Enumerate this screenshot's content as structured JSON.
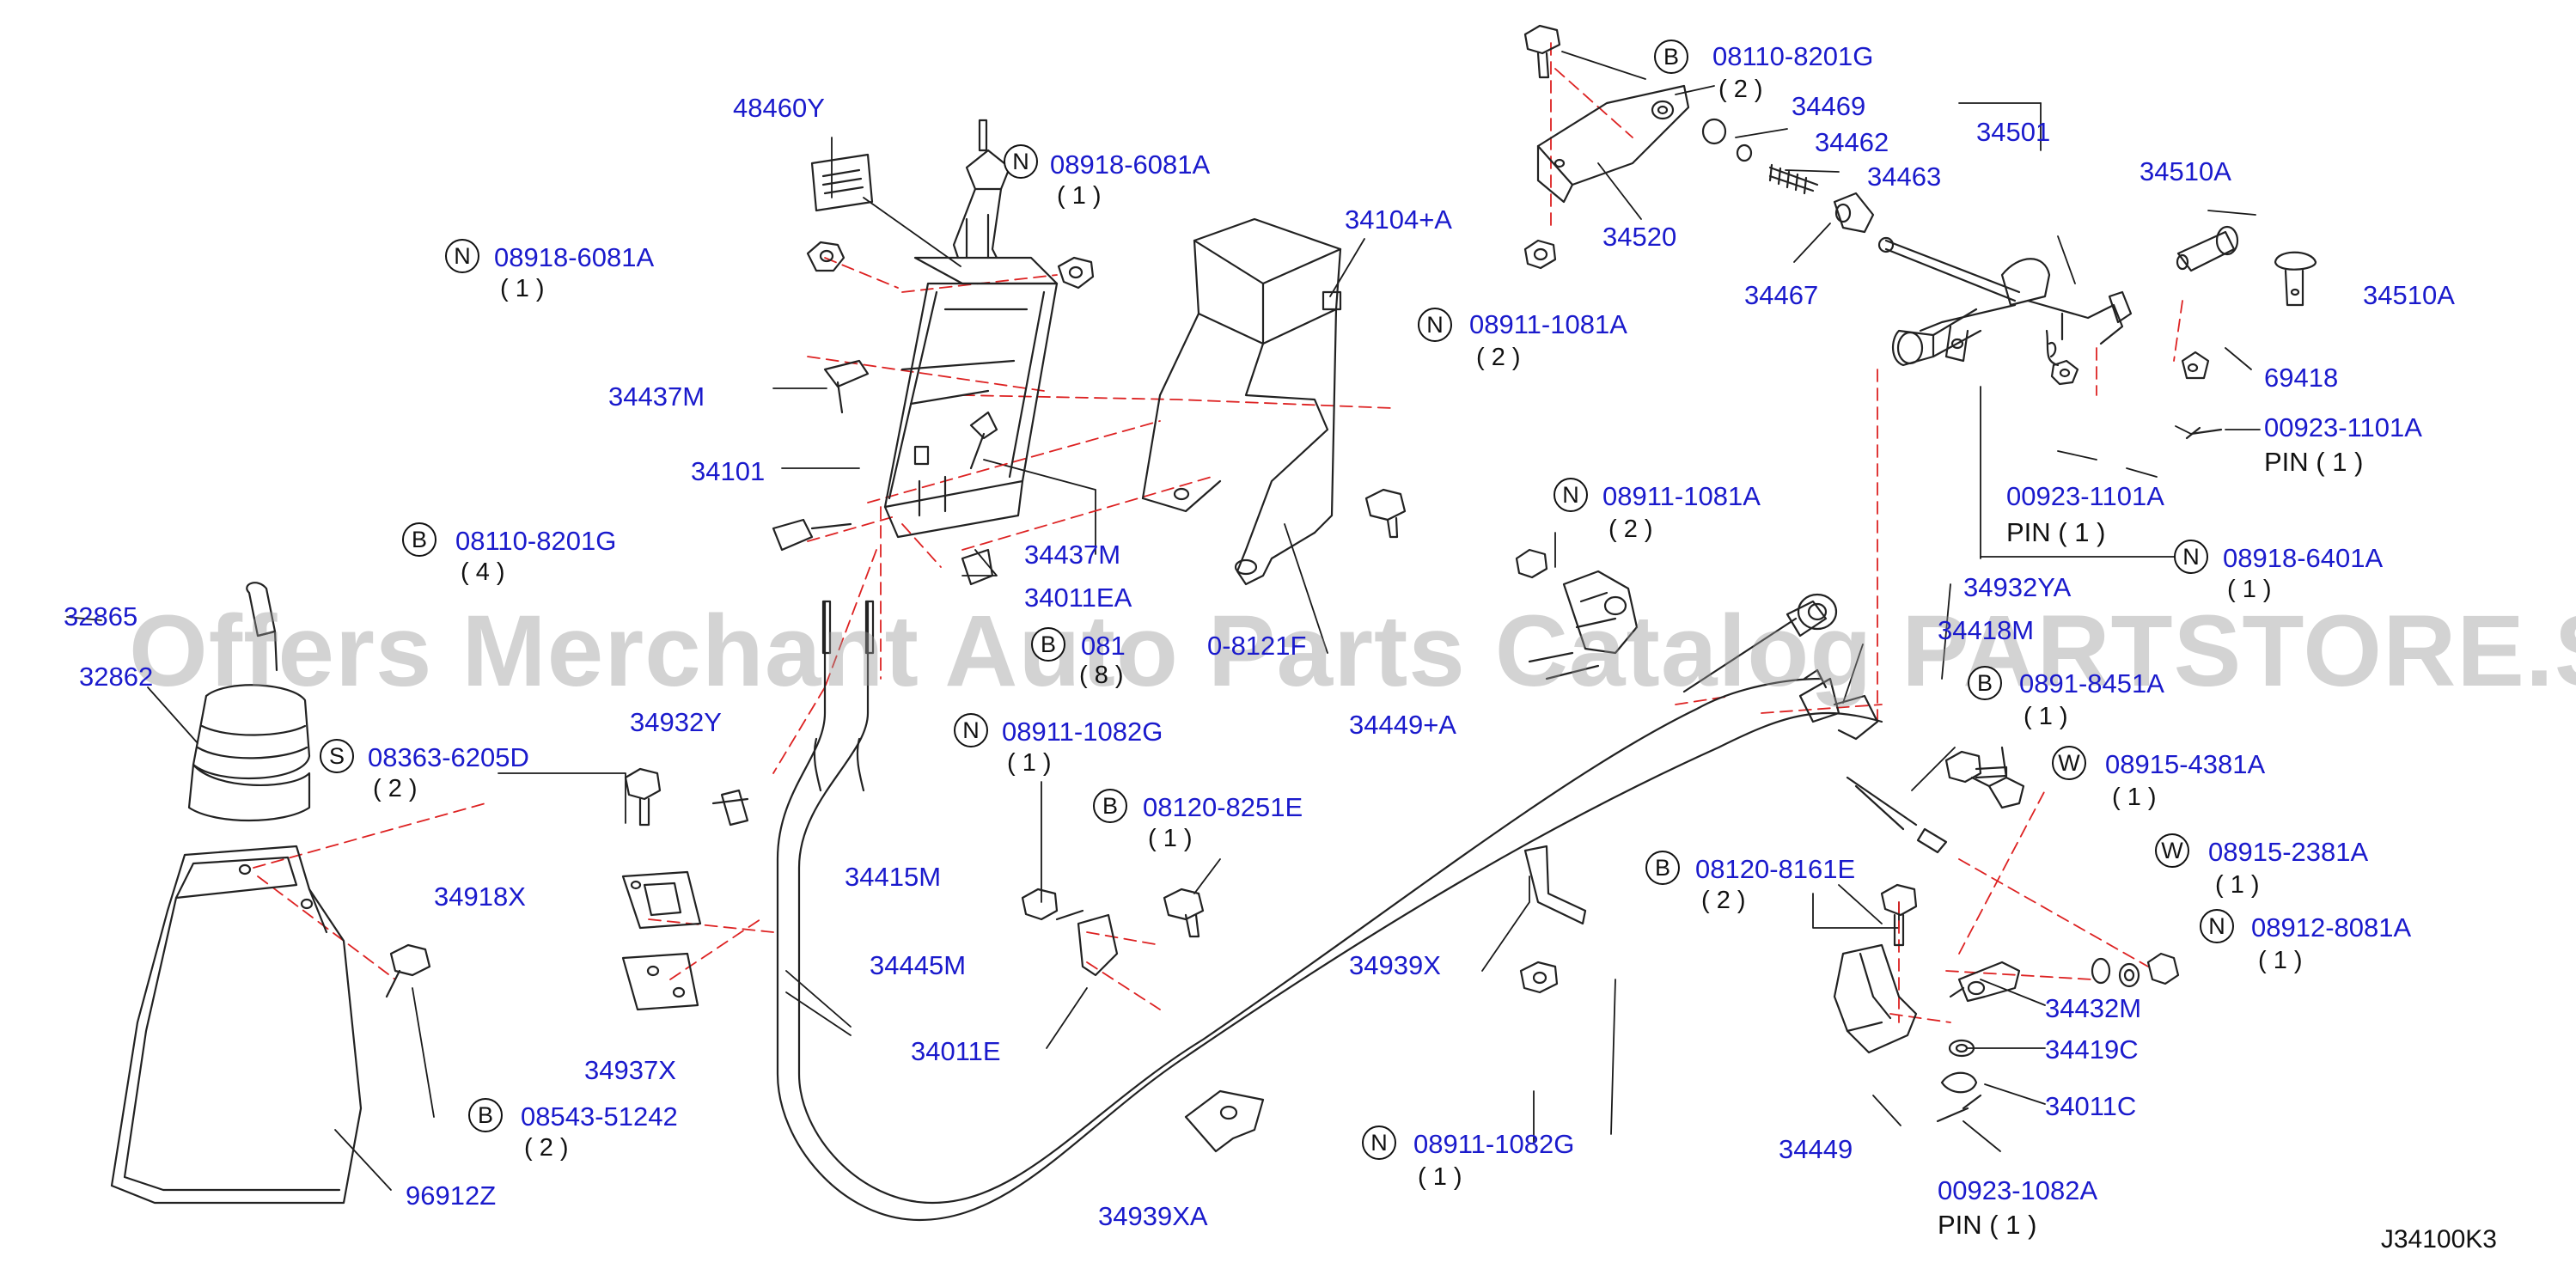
{
  "diagram_code": "J34100K3",
  "watermark": "Offers Merchant Auto Parts Catalog PARTSTORE.SA",
  "colors": {
    "label": "#1a1acc",
    "leader": "#1a1a1a",
    "dashed": "#dd2222",
    "drawing": "#222222"
  },
  "parts": [
    {
      "id": "48460Y",
      "text": "48460Y"
    },
    {
      "id": "08918-6081A-top",
      "sym": "N",
      "text": "08918-6081A",
      "qty": "( 1 )"
    },
    {
      "id": "08918-6081A-left",
      "sym": "N",
      "text": "08918-6081A",
      "qty": "( 1 )"
    },
    {
      "id": "34104+A",
      "text": "34104+A"
    },
    {
      "id": "34437M-a",
      "text": "34437M"
    },
    {
      "id": "34101",
      "text": "34101"
    },
    {
      "id": "08110-8201G-left",
      "sym": "B",
      "text": "08110-8201G",
      "qty": "( 4 )"
    },
    {
      "id": "34437M-b",
      "text": "34437M"
    },
    {
      "id": "34011EA",
      "text": "34011EA"
    },
    {
      "id": "32865",
      "text": "32865"
    },
    {
      "id": "32862",
      "text": "32862"
    },
    {
      "id": "081-hidden",
      "sym": "B",
      "text": "081",
      "qty": "( 8 )"
    },
    {
      "id": "08121F-hidden",
      "text": "0-8121F"
    },
    {
      "id": "34932Y",
      "text": "34932Y"
    },
    {
      "id": "08911-1082G-mid",
      "sym": "N",
      "text": "08911-1082G",
      "qty": "( 1 )"
    },
    {
      "id": "08363-6205D",
      "sym": "S",
      "text": "08363-6205D",
      "qty": "( 2 )"
    },
    {
      "id": "08120-8251E",
      "sym": "B",
      "text": "08120-8251E",
      "qty": "( 1 )"
    },
    {
      "id": "34918X",
      "text": "34918X"
    },
    {
      "id": "34415M",
      "text": "34415M"
    },
    {
      "id": "34445M",
      "text": "34445M"
    },
    {
      "id": "34937X",
      "text": "34937X"
    },
    {
      "id": "34011E",
      "text": "34011E"
    },
    {
      "id": "08543-51242",
      "sym": "B",
      "text": "08543-51242",
      "qty": "( 2 )"
    },
    {
      "id": "96912Z",
      "text": "96912Z"
    },
    {
      "id": "34939XA",
      "text": "34939XA"
    },
    {
      "id": "08911-1082G-bottom",
      "sym": "N",
      "text": "08911-1082G",
      "qty": "( 1 )"
    },
    {
      "id": "34939X",
      "text": "34939X"
    },
    {
      "id": "08110-8201G-top",
      "sym": "B",
      "text": "08110-8201G",
      "qty": "( 2 )"
    },
    {
      "id": "34469",
      "text": "34469"
    },
    {
      "id": "34462",
      "text": "34462"
    },
    {
      "id": "34463",
      "text": "34463"
    },
    {
      "id": "34520",
      "text": "34520"
    },
    {
      "id": "34467",
      "text": "34467"
    },
    {
      "id": "08911-1081A-top",
      "sym": "N",
      "text": "08911-1081A",
      "qty": "( 2 )"
    },
    {
      "id": "34501",
      "text": "34501"
    },
    {
      "id": "34510A-a",
      "text": "34510A"
    },
    {
      "id": "34510A-b",
      "text": "34510A"
    },
    {
      "id": "69418",
      "text": "69418"
    },
    {
      "id": "00923-1101A-a",
      "text": "00923-1101A",
      "pin": "PIN   ( 1 )"
    },
    {
      "id": "00923-1101A-b",
      "text": "00923-1101A",
      "pin": "PIN   ( 1 )"
    },
    {
      "id": "08918-6401A",
      "sym": "N",
      "text": "08918-6401A",
      "qty": "( 1 )"
    },
    {
      "id": "08911-1081A-mid",
      "sym": "N",
      "text": "08911-1081A",
      "qty": "( 2 )"
    },
    {
      "id": "34932YA",
      "text": "34932YA"
    },
    {
      "id": "34418M",
      "text": "34418M"
    },
    {
      "id": "34449+A",
      "text": "34449+A"
    },
    {
      "id": "08915-hidden",
      "sym": "B",
      "text": "0891-8451A",
      "qty": "( 1 )"
    },
    {
      "id": "08915-4381A",
      "sym": "W",
      "text": "08915-4381A",
      "qty": "( 1 )"
    },
    {
      "id": "08915-2381A",
      "sym": "W",
      "text": "08915-2381A",
      "qty": "( 1 )"
    },
    {
      "id": "08912-8081A",
      "sym": "N",
      "text": "08912-8081A",
      "qty": "( 1 )"
    },
    {
      "id": "08120-8161E",
      "sym": "B",
      "text": "08120-8161E",
      "qty": "( 2 )"
    },
    {
      "id": "34432M",
      "text": "34432M"
    },
    {
      "id": "34419C",
      "text": "34419C"
    },
    {
      "id": "34011C",
      "text": "34011C"
    },
    {
      "id": "34449",
      "text": "34449"
    },
    {
      "id": "00923-1082A",
      "text": "00923-1082A",
      "pin": "PIN   ( 1 )"
    }
  ]
}
